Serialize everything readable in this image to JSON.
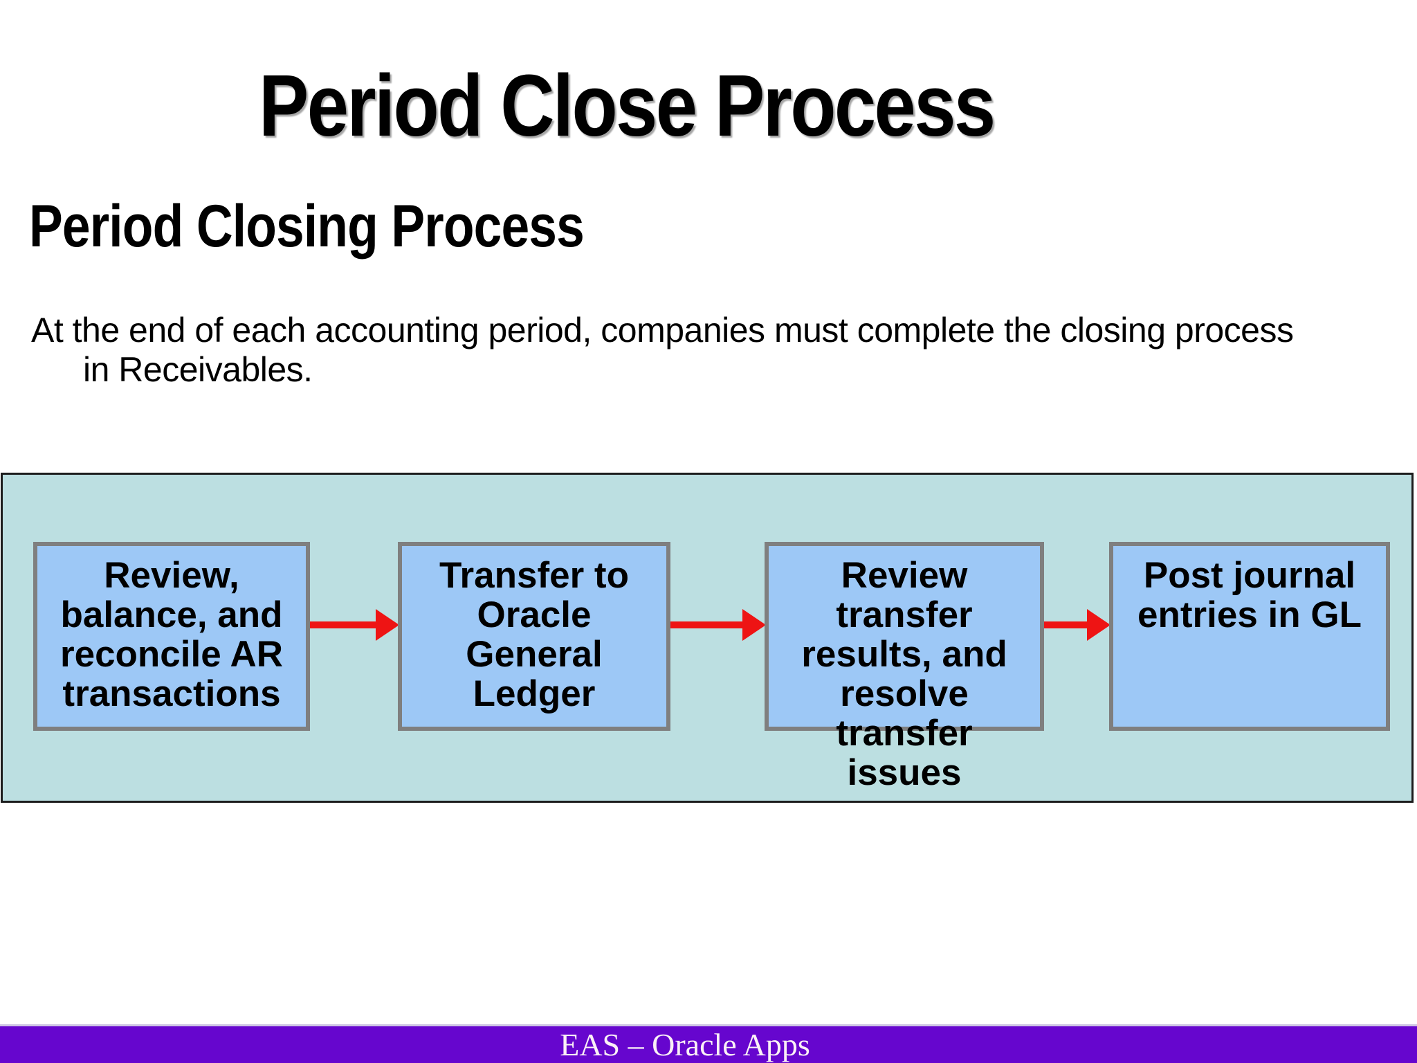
{
  "slide": {
    "title": "Period Close Process",
    "heading": "Period Closing Process",
    "body_lines": [
      "At the end of each accounting period, companies must complete the closing process",
      "in Receivables."
    ],
    "footer": "EAS – Oracle Apps"
  },
  "diagram": {
    "type": "flowchart",
    "direction": "left-to-right",
    "boxes": [
      {
        "lines": [
          "Review,",
          "balance, and",
          "reconcile AR",
          "transactions"
        ]
      },
      {
        "lines": [
          "Transfer to",
          "Oracle",
          "General Ledger"
        ]
      },
      {
        "lines": [
          "Review transfer",
          "results, and",
          "resolve transfer",
          "issues"
        ]
      },
      {
        "lines": [
          "Post journal",
          "entries in GL"
        ]
      }
    ],
    "connector_icon": "right-arrow-icon"
  },
  "colors": {
    "panel_bg": "#bcdfe1",
    "panel_border": "#1c1c1c",
    "box_bg": "#9dc8f6",
    "box_border": "#7f7f7f",
    "arrow": "#ee1414",
    "footer_bg": "#6606ce",
    "footer_text": "#fbf0f6",
    "text": "#000000"
  }
}
